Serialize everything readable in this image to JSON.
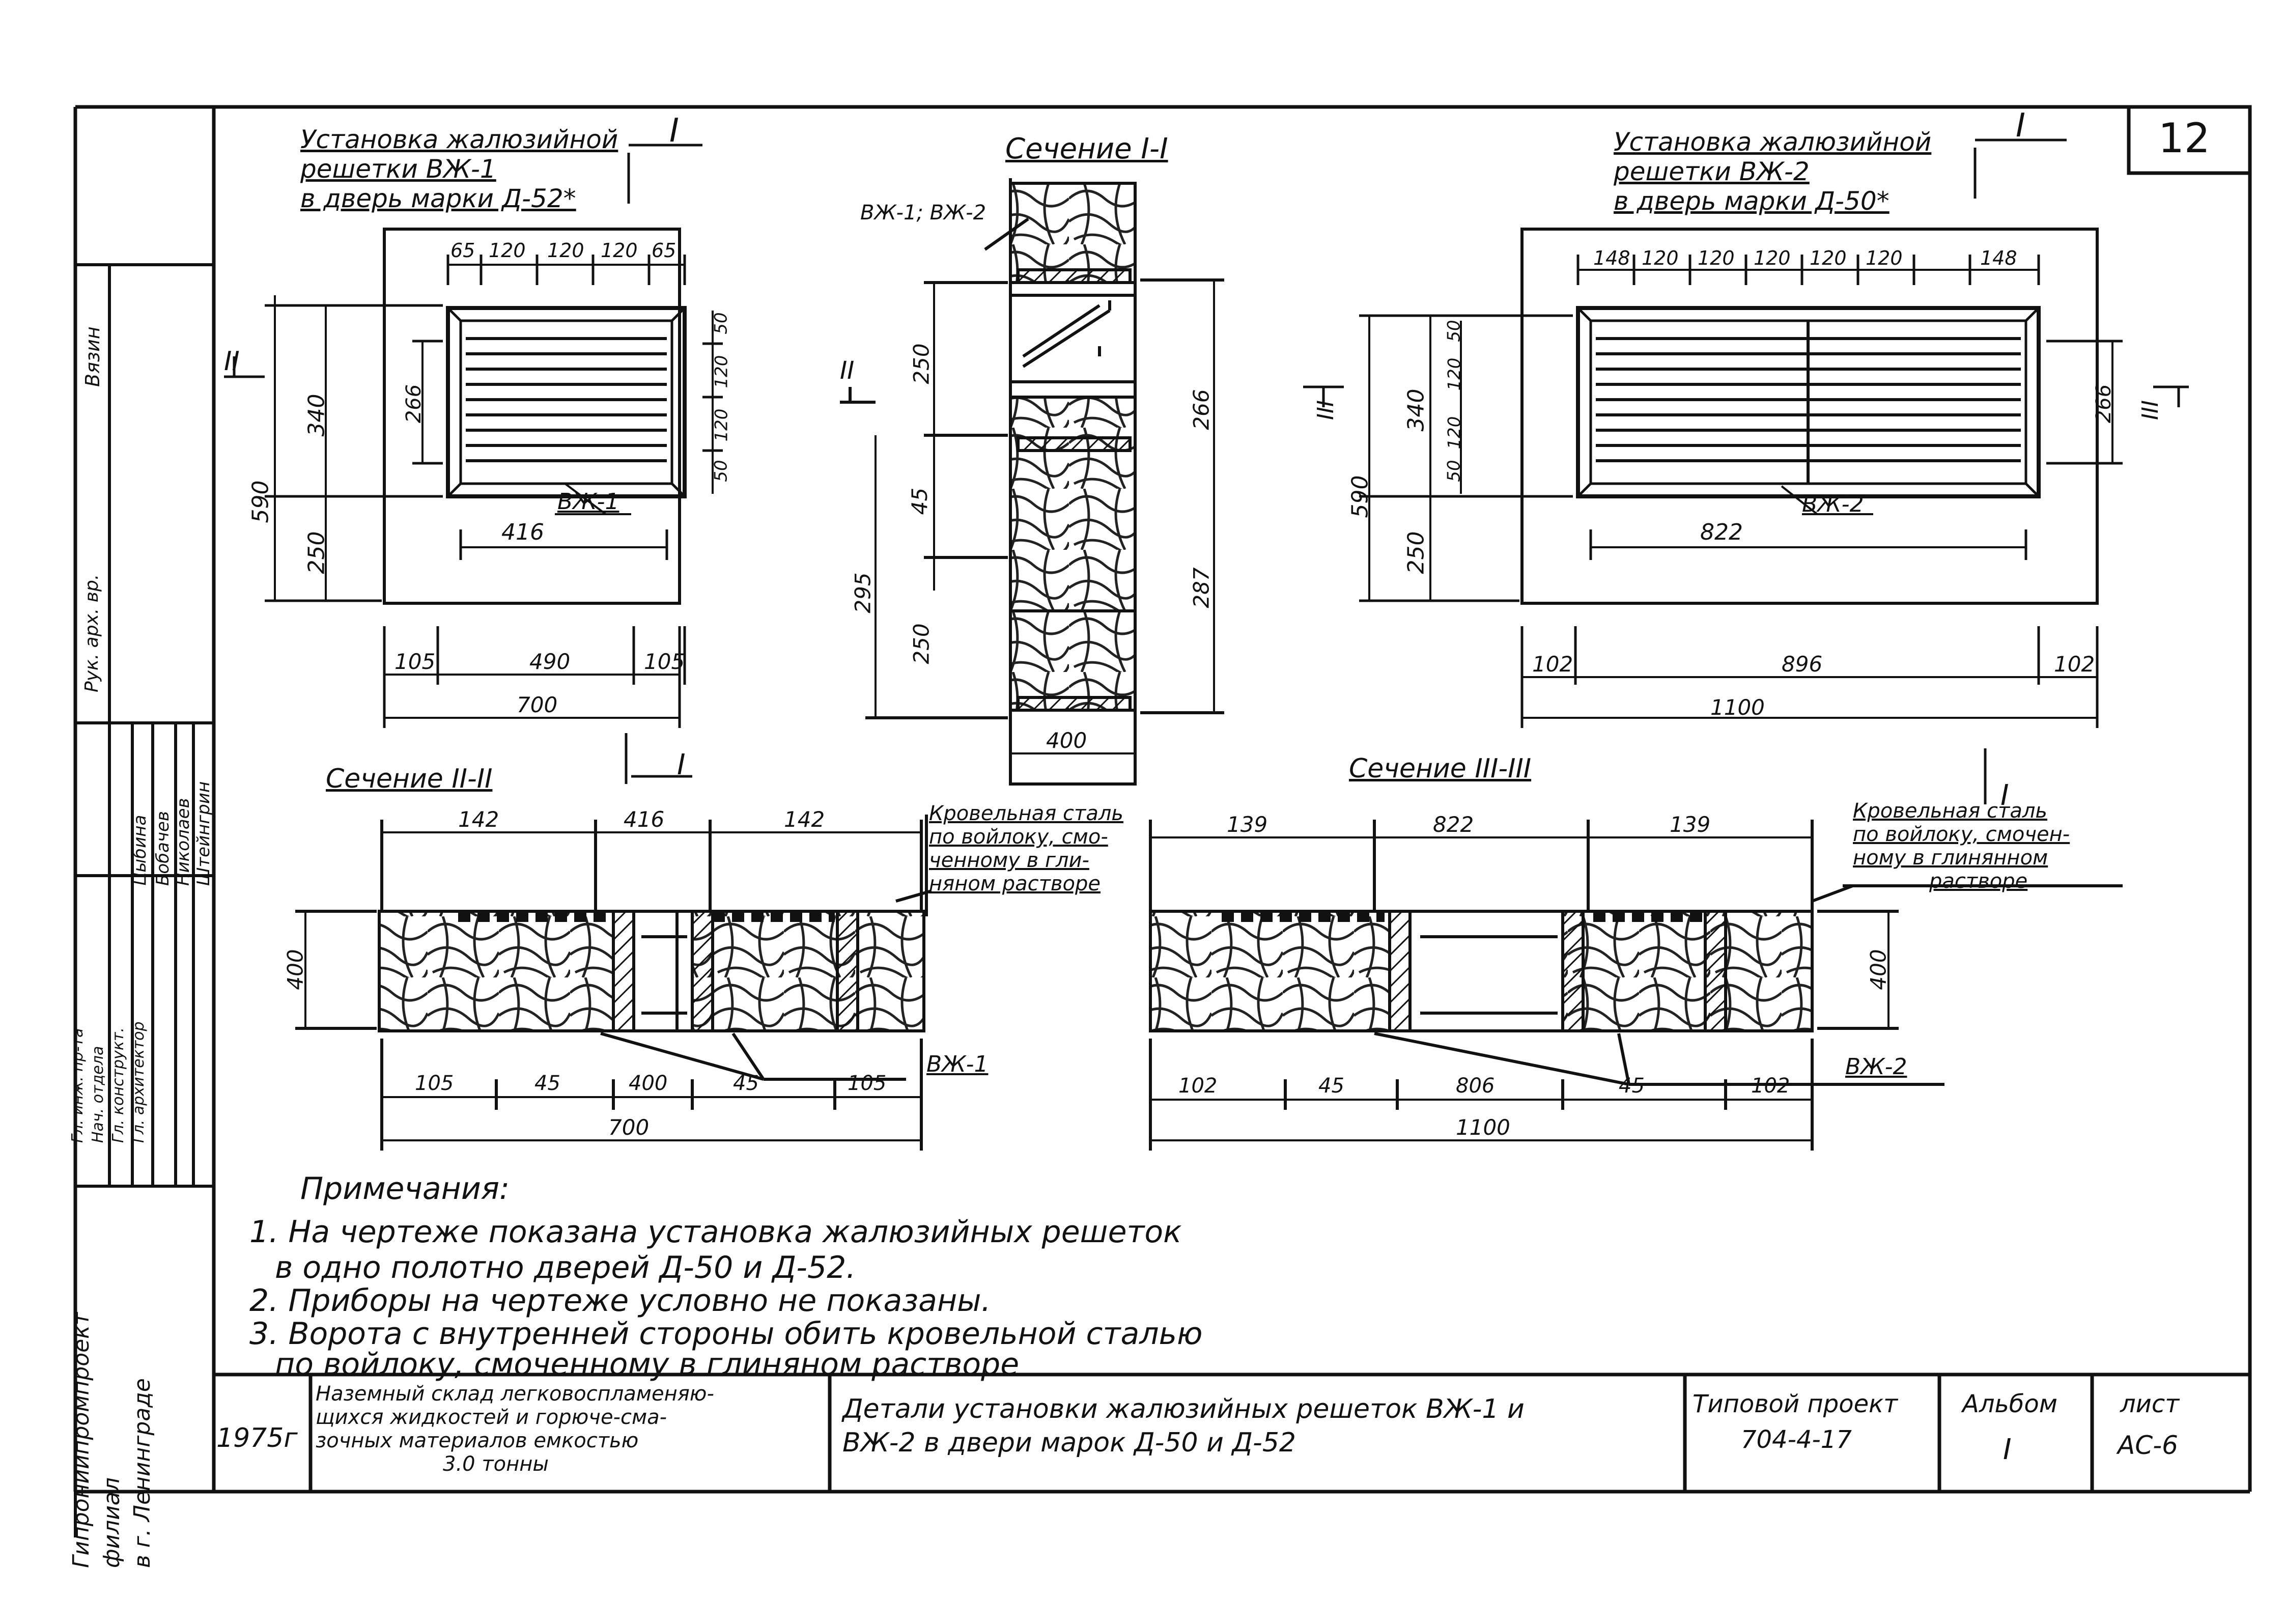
{
  "sheet_number": "12",
  "left": {
    "title_l1": "Установка жалюзийной",
    "title_l2": "решетки ВЖ-1",
    "title_l3": "в дверь марки Д-52*",
    "grille": "ВЖ-1",
    "dims_top": [
      "65",
      "120",
      "120",
      "120",
      "65"
    ],
    "dims_right": [
      "50",
      "120",
      "120",
      "50"
    ],
    "dim_590": "590",
    "dim_340": "340",
    "dim_250": "250",
    "dim_266": "266",
    "dim_416": "416",
    "dims_bottom": [
      "105",
      "490",
      "105"
    ],
    "dim_total": "700",
    "cut_mark": "I",
    "side_mark": "II"
  },
  "middle": {
    "title": "Сечение I-I",
    "label": "ВЖ-1; ВЖ-2",
    "dim_250a": "250",
    "dim_266": "266",
    "dim_45": "45",
    "dim_295": "295",
    "dim_250b": "250",
    "dim_287": "287",
    "dim_400": "400",
    "side_mark": "II"
  },
  "right": {
    "title_l1": "Установка жалюзийной",
    "title_l2": "решетки ВЖ-2",
    "title_l3": "в дверь марки Д-50*",
    "grille": "ВЖ-2",
    "dims_top": [
      "148",
      "120",
      "120",
      "120",
      "120",
      "120",
      "148"
    ],
    "dims_right": [
      "50",
      "120",
      "120",
      "50"
    ],
    "dim_590": "590",
    "dim_340": "340",
    "dim_250": "250",
    "dim_266": "266",
    "dim_822": "822",
    "dims_bottom": [
      "102",
      "896",
      "102"
    ],
    "dim_total": "1100",
    "cut_mark": "I",
    "side_mark": "III"
  },
  "sec2": {
    "title": "Сечение II-II",
    "dims_top": [
      "142",
      "416",
      "142"
    ],
    "dim_400": "400",
    "dims_bottom": [
      "105",
      "45",
      "400",
      "45",
      "105"
    ],
    "dim_total": "700",
    "roof_l1": "Кровельная сталь",
    "roof_l2": "по войлоку, смо-",
    "roof_l3": "ченному в гли-",
    "roof_l4": "няном растворе",
    "grille": "ВЖ-1",
    "cut_mark": "I"
  },
  "sec3": {
    "title": "Сечение III-III",
    "dims_top": [
      "139",
      "822",
      "139"
    ],
    "dim_400": "400",
    "dims_bottom": [
      "102",
      "45",
      "806",
      "45",
      "102"
    ],
    "dim_total": "1100",
    "roof_l1": "Кровельная сталь",
    "roof_l2": "по войлоку, смочен-",
    "roof_l3": "ному в глинянном",
    "roof_l4": "растворе",
    "grille": "ВЖ-2",
    "cut_mark": "I"
  },
  "notes": {
    "heading": "Примечания:",
    "n1a": "1. На чертеже показана установка жалюзийных решеток",
    "n1b": "в одно полотно дверей Д-50 и Д-52.",
    "n2": "2. Приборы на чертеже условно не показаны.",
    "n3a": "3. Ворота с внутренней стороны обить кровельной сталью",
    "n3b": "по войлоку, смоченному в глиняном растворе"
  },
  "side_stamp": {
    "org_l1": "Гипрониипромпроект",
    "org_l2": "филиал",
    "org_l3": "в г. Ленинграде",
    "roles": [
      "Гл. инж. пр-та",
      "Нач. отдела",
      "Гл. конструкт.",
      "Гл. архитектор"
    ],
    "names": [
      "Цыбина",
      "Бобачев",
      "Николаев",
      "Штейнгрин"
    ],
    "top_role": "Рук. арх. вр.",
    "top_name": "Вязин"
  },
  "title_block": {
    "year": "1975г",
    "object_l1": "Наземный склад легковоспламеняю-",
    "object_l2": "щихся жидкостей и горюче-сма-",
    "object_l3": "зочных материалов емкостью",
    "object_l4": "3.0 тонны",
    "drawing_l1": "Детали установки жалюзийных решеток ВЖ-1 и",
    "drawing_l2": "ВЖ-2 в двери марок Д-50 и Д-52",
    "project_label": "Типовой проект",
    "project_value": "704-4-17",
    "album_label": "Альбом",
    "album_value": "I",
    "sheet_label": "лист",
    "sheet_value": "АС-6"
  }
}
